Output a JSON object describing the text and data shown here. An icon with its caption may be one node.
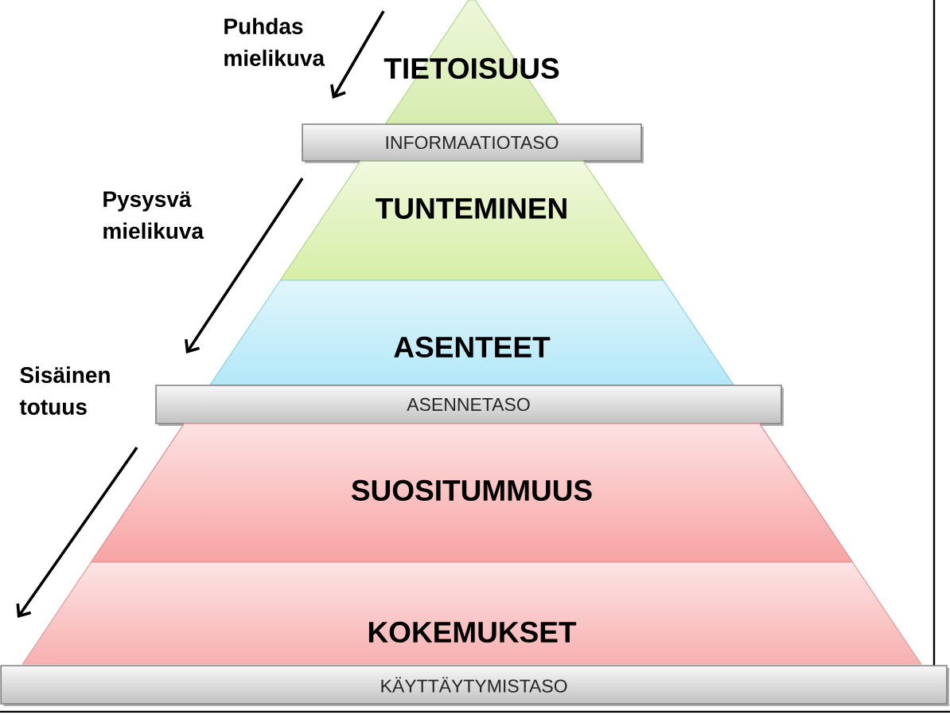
{
  "diagram": {
    "nodes": [
      {
        "text": [
          "TIETOISUUS"
        ]
      },
      {
        "text": [
          "INFORMAATIOTASO"
        ]
      },
      {
        "text": [
          "TUNTEMINEN"
        ]
      },
      {
        "text": [
          "ASENTEET"
        ]
      },
      {
        "text": [
          "ASENNETASO"
        ]
      },
      {
        "text": [
          "SUOSITUMMUUS"
        ]
      },
      {
        "text": [
          "KOKEMUKSET"
        ]
      },
      {
        "text": [
          "KÄYTTÄYTYMISTASO"
        ]
      }
    ],
    "edges": [
      {
        "from": 2,
        "to": 3,
        "arrow": "to",
        "label": "Pysysvä mielikuva"
      },
      {
        "from": 5,
        "to": 6,
        "arrow": "to",
        "label": "Sisäinen totuus"
      }
    ],
    "labels": [
      "Puhdas mielikuva"
    ]
  }
}
